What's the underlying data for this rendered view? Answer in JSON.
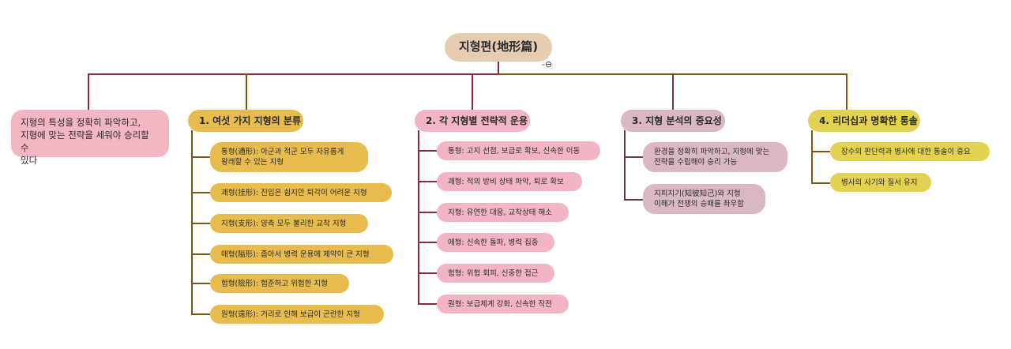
{
  "colors": {
    "root": "#e7ccb2",
    "intro": "#f4b6c3",
    "branch1": "#e8bb4e",
    "branch2": "#f3b5c3",
    "branch3": "#d9b8c4",
    "branch4": "#e3d152",
    "line_red": "#8a2a3a",
    "line_olive": "#7a5a10"
  },
  "root": {
    "title": "지형편(地形篇)",
    "collapse_glyph": "-⊖"
  },
  "intro": {
    "text": "지형의 특성을 정확히 파악하고,\n지형에 맞는 전략을 세워야 승리할 수\n있다"
  },
  "branches": [
    {
      "title": "1. 여섯 가지 지형의 분류",
      "items": [
        "통형(通形): 아군과 적군 모두 자유롭게\n왕래할 수 있는 지형",
        "괘형(挂形): 진입은 쉽지만 퇴각이 어려운 지형",
        "지형(支形): 양측 모두 불리한 교착 지형",
        "애형(隘形): 좁아서 병력 운용에 제약이 큰 지형",
        "험형(險形): 험준하고 위험한 지형",
        "원형(遠形): 거리로 인해 보급이 곤란한 지형"
      ]
    },
    {
      "title": "2. 각 지형별 전략적 운용",
      "items": [
        "통형: 고지 선점, 보급로 확보, 신속한 이동",
        "괘형: 적의 방비 상태 파악, 퇴로 확보",
        "지형: 유연한 대응, 교착상태 해소",
        "애형: 신속한 돌파, 병력 집중",
        "험형: 위험 회피, 신중한 접근",
        "원형: 보급체계 강화, 신속한 작전"
      ]
    },
    {
      "title": "3. 지형 분석의 중요성",
      "items": [
        "환경을 정확히 파악하고, 지형에 맞는\n전략을 수립해야 승리 가능",
        "지피지기(知彼知己)와 지형\n이해가 전쟁의 승패를 좌우함"
      ]
    },
    {
      "title": "4. 리더십과 명확한 통솔",
      "items": [
        "장수의 판단력과 병사에 대한 통솔이 중요",
        "병사의 사기와 질서 유지"
      ]
    }
  ]
}
